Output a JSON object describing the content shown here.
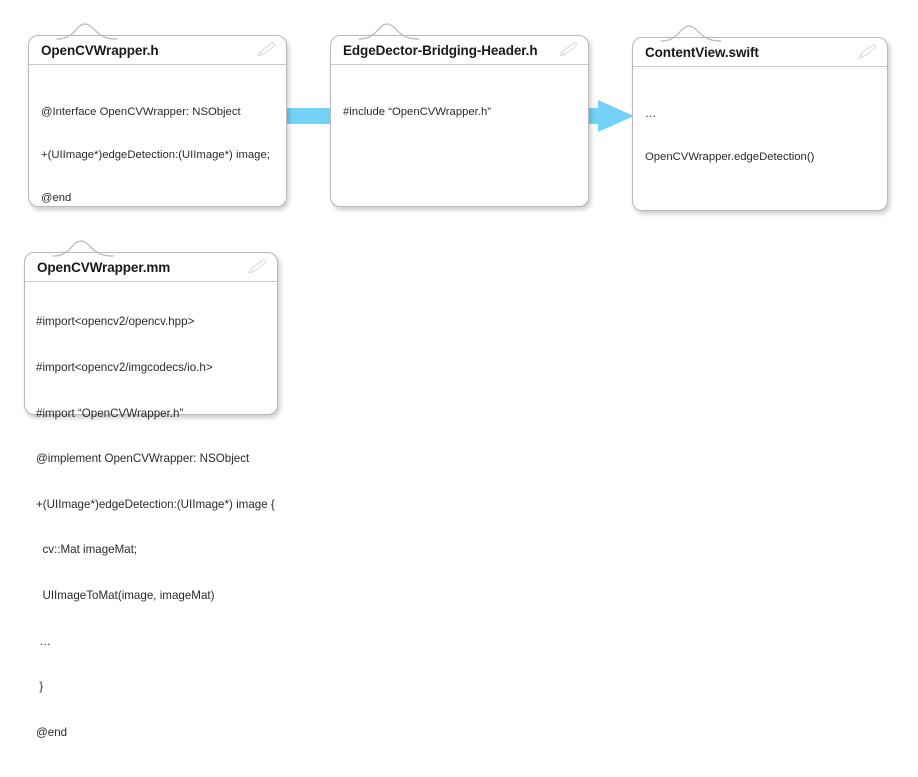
{
  "diagram": {
    "title": "OpenCV wrapper bridging flow",
    "accent_color": "#73d2f7",
    "card_border_color": "#b9b9b9",
    "text_color": "#2b2b2b"
  },
  "cards": [
    {
      "id": "opencvwrapper-h",
      "title": "OpenCVWrapper.h",
      "lines": [
        "@Interface OpenCVWrapper: NSObject",
        "+(UIImage*)edgeDetection:(UIImage*) image;",
        "@end"
      ]
    },
    {
      "id": "bridging-header",
      "title": "EdgeDector-Bridging-Header.h",
      "lines": [
        "#include “OpenCVWrapper.h”"
      ]
    },
    {
      "id": "contentview-swift",
      "title": "ContentView.swift",
      "lines": [
        "…",
        "OpenCVWrapper.edgeDetection()"
      ]
    },
    {
      "id": "opencvwrapper-mm",
      "title": "OpenCVWrapper.mm",
      "lines": [
        "#import<opencv2/opencv.hpp>",
        "#import<opencv2/imgcodecs/io.h>",
        "#import “OpenCVWrapper.h”",
        "@implement OpenCVWrapper: NSObject",
        "+(UIImage*)edgeDetection:(UIImage*) image {",
        "  cv::Mat imageMat;",
        "  UIImageToMat(image, imageMat)",
        " …",
        " }",
        "@end"
      ]
    }
  ],
  "arrow": {
    "label": "",
    "from": "OpenCVWrapper.h",
    "to": "ContentView.swift",
    "color": "#73d2f7"
  }
}
